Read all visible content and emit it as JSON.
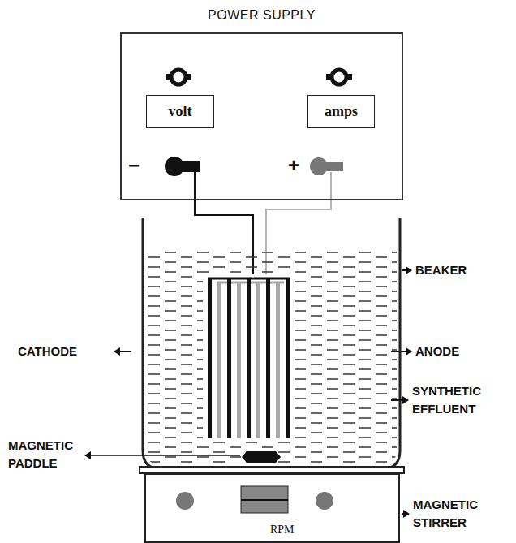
{
  "diagram": {
    "nodes": [
      {
        "text": [
          "POWER SUPPLY"
        ]
      },
      {
        "text": [
          "volt"
        ],
        "in": 0
      },
      {
        "text": [
          "amps"
        ],
        "in": 0
      },
      {
        "text": [
          "RPM"
        ]
      }
    ],
    "labels": [
      "−",
      "+",
      "BEAKER",
      "CATHODE",
      "ANODE",
      "SYNTHETIC EFFLUENT",
      "MAGNETIC PADDLE",
      "MAGNETIC STIRRER"
    ]
  }
}
